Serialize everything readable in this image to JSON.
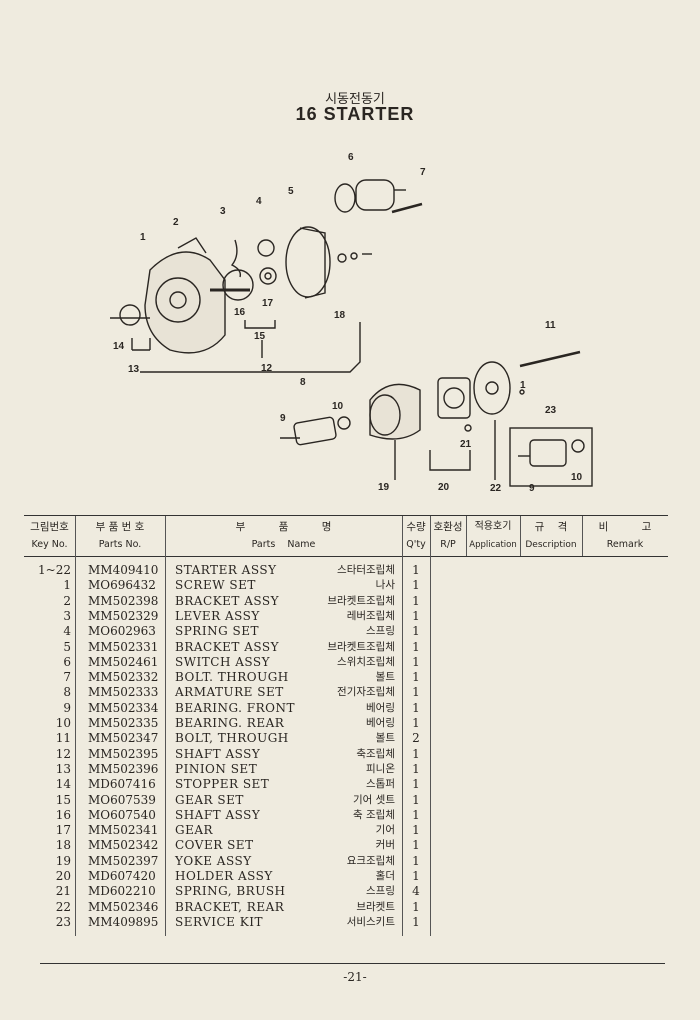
{
  "header": {
    "title_ko": "시동전동기",
    "title_en": "16  STARTER"
  },
  "diagram": {
    "callouts": [
      "6",
      "7",
      "2",
      "3",
      "4",
      "5",
      "1",
      "17",
      "16",
      "15",
      "18",
      "12",
      "14",
      "13",
      "11",
      "8",
      "10",
      "9",
      "1",
      "23",
      "21",
      "19",
      "20",
      "22",
      "9",
      "10"
    ]
  },
  "table": {
    "headers": [
      {
        "ko": "그림번호",
        "en": "Key No."
      },
      {
        "ko": "부 품 번 호",
        "en": "Parts No."
      },
      {
        "ko": "부          품          명",
        "en": "Parts    Name"
      },
      {
        "ko": "수량",
        "en": "Q'ty"
      },
      {
        "ko": "호환성",
        "en": "R/P"
      },
      {
        "ko": "적용호기",
        "en": "Application"
      },
      {
        "ko": "규    격",
        "en": "Description"
      },
      {
        "ko": "비          고",
        "en": "Remark"
      }
    ],
    "rows": [
      {
        "key": "1~22",
        "part_no": "MM409410",
        "name": "STARTER ASSY",
        "name_ko": "스타터조립체",
        "qty": "1"
      },
      {
        "key": "1",
        "part_no": "MO696432",
        "name": "SCREW SET",
        "name_ko": "나사",
        "qty": "1"
      },
      {
        "key": "2",
        "part_no": "MM502398",
        "name": "BRACKET ASSY",
        "name_ko": "브라켓트조립체",
        "qty": "1"
      },
      {
        "key": "3",
        "part_no": "MM502329",
        "name": "LEVER ASSY",
        "name_ko": "레버조립체",
        "qty": "1"
      },
      {
        "key": "4",
        "part_no": "MO602963",
        "name": "SPRING SET",
        "name_ko": "스프링",
        "qty": "1"
      },
      {
        "key": "5",
        "part_no": "MM502331",
        "name": "BRACKET ASSY",
        "name_ko": "브라켓트조립체",
        "qty": "1"
      },
      {
        "key": "6",
        "part_no": "MM502461",
        "name": "SWITCH ASSY",
        "name_ko": "스위치조립체",
        "qty": "1"
      },
      {
        "key": "7",
        "part_no": "MM502332",
        "name": "BOLT. THROUGH",
        "name_ko": "볼트",
        "qty": "1"
      },
      {
        "key": "8",
        "part_no": "MM502333",
        "name": "ARMATURE SET",
        "name_ko": "전기자조립체",
        "qty": "1"
      },
      {
        "key": "9",
        "part_no": "MM502334",
        "name": "BEARING. FRONT",
        "name_ko": "베어링",
        "qty": "1"
      },
      {
        "key": "10",
        "part_no": "MM502335",
        "name": "BEARING. REAR",
        "name_ko": "베어링",
        "qty": "1"
      },
      {
        "key": "11",
        "part_no": "MM502347",
        "name": "BOLT, THROUGH",
        "name_ko": "볼트",
        "qty": "2"
      },
      {
        "key": "12",
        "part_no": "MM502395",
        "name": "SHAFT ASSY",
        "name_ko": "축조립체",
        "qty": "1"
      },
      {
        "key": "13",
        "part_no": "MM502396",
        "name": "PINION SET",
        "name_ko": "피니온",
        "qty": "1"
      },
      {
        "key": "14",
        "part_no": "MD607416",
        "name": "STOPPER SET",
        "name_ko": "스톱퍼",
        "qty": "1"
      },
      {
        "key": "15",
        "part_no": "MO607539",
        "name": "GEAR SET",
        "name_ko": "기어 셋트",
        "qty": "1"
      },
      {
        "key": "16",
        "part_no": "MO607540",
        "name": "SHAFT ASSY",
        "name_ko": "축 조립체",
        "qty": "1"
      },
      {
        "key": "17",
        "part_no": "MM502341",
        "name": "GEAR",
        "name_ko": "기어",
        "qty": "1"
      },
      {
        "key": "18",
        "part_no": "MM502342",
        "name": "COVER SET",
        "name_ko": "커버",
        "qty": "1"
      },
      {
        "key": "19",
        "part_no": "MM502397",
        "name": "YOKE ASSY",
        "name_ko": "요크조립체",
        "qty": "1"
      },
      {
        "key": "20",
        "part_no": "MD607420",
        "name": "HOLDER ASSY",
        "name_ko": "홀더",
        "qty": "1"
      },
      {
        "key": "21",
        "part_no": "MD602210",
        "name": "SPRING, BRUSH",
        "name_ko": "스프링",
        "qty": "4"
      },
      {
        "key": "22",
        "part_no": "MM502346",
        "name": "BRACKET, REAR",
        "name_ko": "브라켓트",
        "qty": "1"
      },
      {
        "key": "23",
        "part_no": "MM409895",
        "name": "SERVICE KIT",
        "name_ko": "서비스키트",
        "qty": "1"
      }
    ]
  },
  "footer": {
    "page": "-21-"
  }
}
